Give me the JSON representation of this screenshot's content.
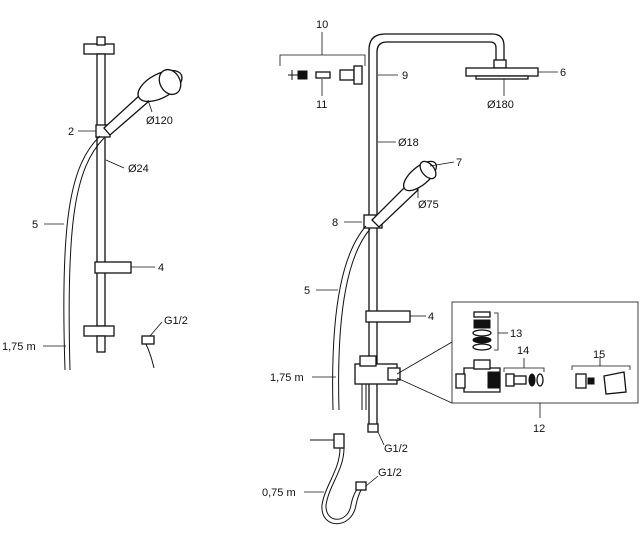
{
  "colors": {
    "ink": "#111111",
    "paper": "#ffffff"
  },
  "labels": {
    "left": {
      "hand_shower_callout": "2",
      "hand_shower_diameter": "Ø120",
      "rail_diameter": "Ø24",
      "hose_callout": "5",
      "slider_callout": "4",
      "hose_length": "1,75 m",
      "connection_thread": "G1/2"
    },
    "right": {
      "wall_mount_set_callout": "10",
      "wall_bracket_callout": "9",
      "anchor_callout": "11",
      "head_shower_callout": "6",
      "head_shower_diameter": "Ø180",
      "riser_diameter": "Ø18",
      "hand_shower_callout": "7",
      "hand_shower_diameter": "Ø75",
      "holder_callout": "8",
      "hose_callout": "5",
      "slider_callout": "4",
      "hose_length": "1,75 m",
      "inlet_thread": "G1/2",
      "short_hose_length": "0,75 m",
      "short_hose_thread": "G1/2"
    },
    "detail": {
      "seal_set_callout": "13",
      "cartridge_callout": "14",
      "handle_callout": "15",
      "diverter_callout": "12"
    }
  }
}
